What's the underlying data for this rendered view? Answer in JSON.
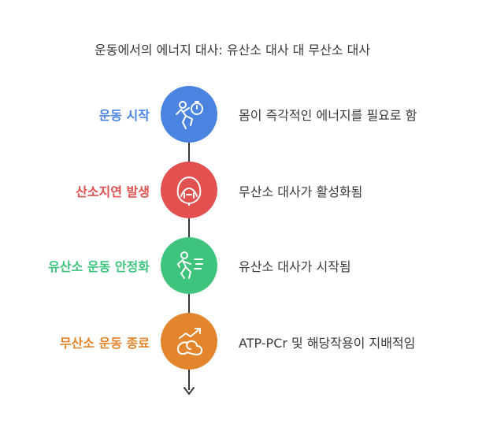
{
  "title": "운동에서의 에너지 대사: 유산소 대사 대 무산소 대사",
  "steps": [
    {
      "label": "운동 시작",
      "description": "몸이 즉각적인 에너지를 필요로 함",
      "color": "#4a84e0",
      "icon": "running-person-stopwatch-icon"
    },
    {
      "label": "산소지연 발생",
      "description": "무산소 대사가 활성화됨",
      "color": "#e2504f",
      "icon": "oxygen-mask-icon"
    },
    {
      "label": "유산소 운동 안정화",
      "description": "유산소 대사가 시작됨",
      "color": "#3fc47e",
      "icon": "jogging-person-icon"
    },
    {
      "label": "무산소 운동 종료",
      "description": "ATP-PCr 및 해당작용이 지배적임",
      "color": "#e2852c",
      "icon": "trend-up-muscle-icon"
    }
  ]
}
